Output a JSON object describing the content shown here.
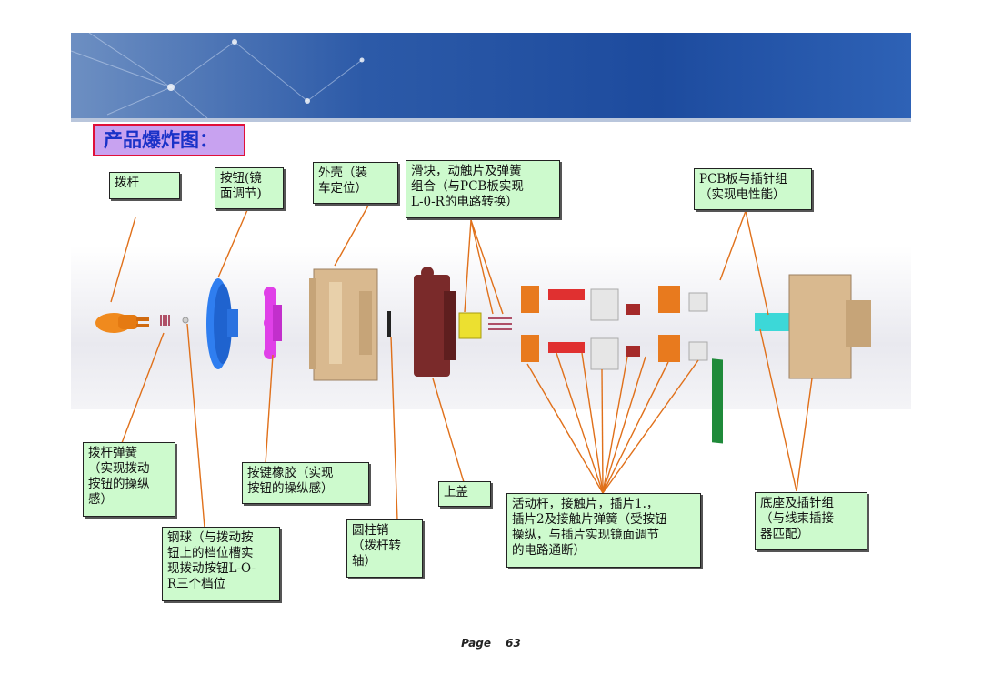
{
  "title": "产品爆炸图：",
  "labels": {
    "lever": "拨杆",
    "button": "按钮(镜\n面调节)",
    "housing": "外壳（装\n车定位）",
    "slider": "滑块，动触片及弹簧\n组合（与PCB板实现\nL-0-R的电路转换）",
    "pcb": "PCB板与插针组\n（实现电性能）",
    "lever_spring": "拨杆弹簧\n（实现拨动\n按钮的操纵\n感）",
    "rubber": "按键橡胶（实现\n按钮的操纵感）",
    "cover": "上盖",
    "contacts": "活动杆，接触片，插片1.，\n插片2及接触片弹簧（受按钮\n操纵，与插片实现镜面调节\n的电路通断）",
    "base": "底座及插针组\n（与线束插接\n器匹配）",
    "steel_ball": "钢球（与拨动按\n钮上的档位槽实\n现拨动按钮L-O-\nR三个档位",
    "pin": "圆柱销\n（拨杆转\n轴）"
  },
  "footer": {
    "page_word": "Page",
    "page_number": "63"
  },
  "colors": {
    "line": "#e0701a",
    "label_bg": "#cdfacd",
    "title_bg": "#c8a2f0",
    "title_border": "#e0103a",
    "title_text": "#1a32c8"
  }
}
